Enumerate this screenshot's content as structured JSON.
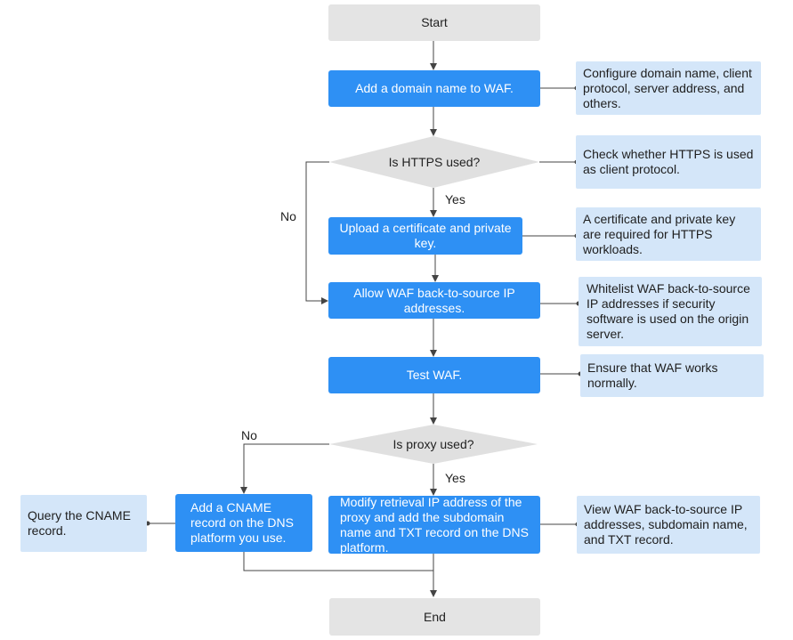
{
  "steps": {
    "start": "Start",
    "add_domain": "Add a domain name to WAF.",
    "https_question": "Is HTTPS used?",
    "upload_cert": "Upload a certificate and private key.",
    "allow_ips": "Allow WAF back-to-source IP addresses.",
    "test_waf": "Test WAF.",
    "proxy_question": "Is proxy used?",
    "add_cname": "Add a CNAME record on the DNS platform you use.",
    "modify_ip": "Modify retrieval IP address of the proxy and add the subdomain name and TXT record on the DNS platform.",
    "end": "End"
  },
  "notes": {
    "configure_domain": "Configure domain name, client protocol, server address, and others.",
    "check_https": "Check whether HTTPS is used as client protocol.",
    "cert_required": "A certificate and private key are required for HTTPS workloads.",
    "whitelist": "Whitelist WAF back-to-source IP addresses if security software is used on the origin server.",
    "ensure_works": "Ensure that WAF works normally.",
    "query_cname": "Query the CNAME record.",
    "view_ips": "View WAF back-to-source IP addresses, subdomain name, and TXT record."
  },
  "labels": {
    "https_yes": "Yes",
    "https_no": "No",
    "proxy_yes": "Yes",
    "proxy_no": "No"
  },
  "colors": {
    "process": "#2e90f4",
    "terminal": "#e4e4e4",
    "decision": "#e0e0e0",
    "note": "#d4e6f9",
    "line": "#444444"
  }
}
